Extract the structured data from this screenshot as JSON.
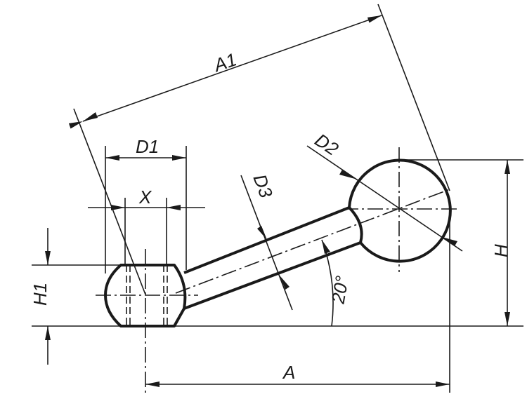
{
  "drawing": {
    "title": "Indexing lever dimension drawing",
    "labels": {
      "a1": "A1",
      "d1": "D1",
      "x": "X",
      "d2": "D2",
      "d3": "D3",
      "h": "H",
      "h1": "H1",
      "angle": "20°",
      "a": "A"
    },
    "line_color": "#1a1a1a"
  }
}
